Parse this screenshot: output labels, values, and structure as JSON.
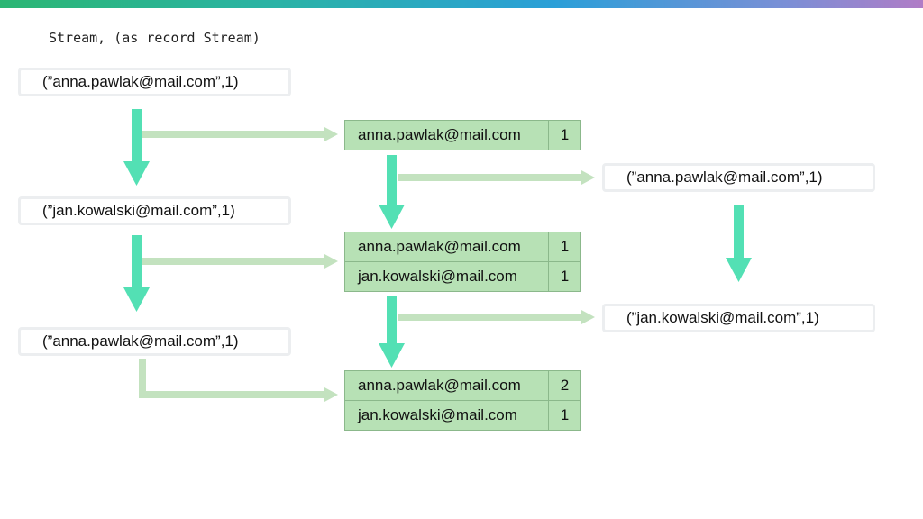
{
  "heading": "Stream, (as record Stream)",
  "colors": {
    "down_arrow": "#53e0b4",
    "side_arrow": "#c3e2bf",
    "cell_fill": "#b7e1b5",
    "cell_border": "#8bb88b"
  },
  "input_stream": [
    "(”anna.pawlak@mail.com”,1)",
    "(”jan.kowalski@mail.com”,1)",
    "(”anna.pawlak@mail.com”,1)"
  ],
  "tables": [
    {
      "rows": [
        {
          "key": "anna.pawlak@mail.com",
          "value": "1"
        }
      ]
    },
    {
      "rows": [
        {
          "key": "anna.pawlak@mail.com",
          "value": "1"
        },
        {
          "key": "jan.kowalski@mail.com",
          "value": "1"
        }
      ]
    },
    {
      "rows": [
        {
          "key": "anna.pawlak@mail.com",
          "value": "2"
        },
        {
          "key": "jan.kowalski@mail.com",
          "value": "1"
        }
      ]
    }
  ],
  "output_stream": [
    "(”anna.pawlak@mail.com”,1)",
    "(”jan.kowalski@mail.com”,1)"
  ]
}
